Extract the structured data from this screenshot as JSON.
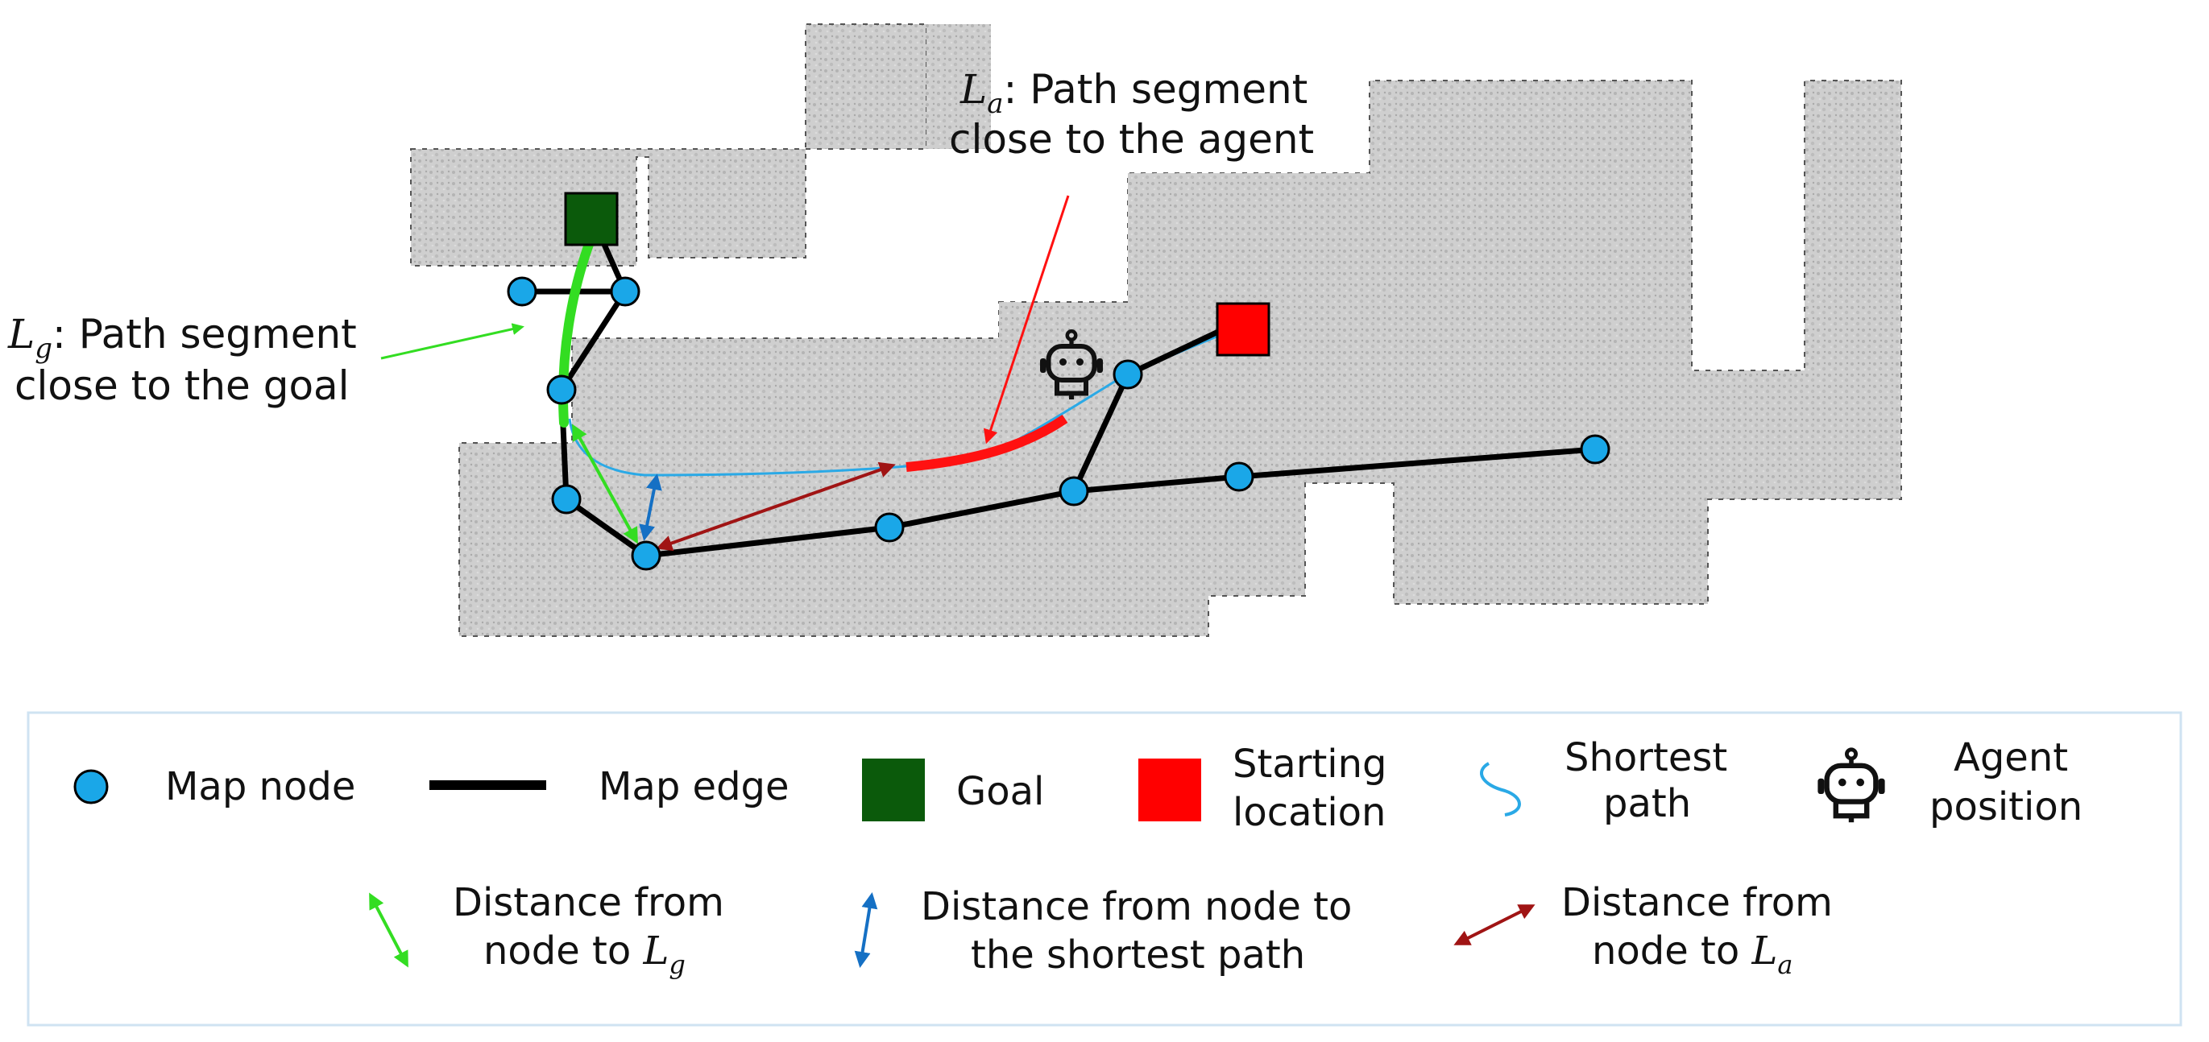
{
  "annotations": {
    "la_symbol": "L",
    "la_sub": "a",
    "la_line1_rest": ": Path segment",
    "la_line2": "close to the agent",
    "lg_symbol": "L",
    "lg_sub": "g",
    "lg_line1_rest": ": Path segment",
    "lg_line2": "close to the goal"
  },
  "legend": {
    "map_node": "Map node",
    "map_edge": "Map edge",
    "goal": "Goal",
    "starting_line1": "Starting",
    "starting_line2": "location",
    "shortest_line1": "Shortest",
    "shortest_line2": "path",
    "agent_line1": "Agent",
    "agent_line2": "position",
    "dist_lg_line1": "Distance from",
    "dist_lg_line2": "node to ",
    "dist_lg_sym": "L",
    "dist_lg_sub": "g",
    "dist_sp_line1": "Distance from node to",
    "dist_sp_line2": "the shortest path",
    "dist_la_line1": "Distance from",
    "dist_la_line2": "node to ",
    "dist_la_sym": "L",
    "dist_la_sub": "a"
  },
  "colors": {
    "node_fill": "#1aa7e8",
    "edge": "#000000",
    "goal": "#0b5a0b",
    "start": "#ff0000",
    "shortest_path": "#2aa9e6",
    "lg_segment": "#33dd22",
    "la_segment": "#ff1111",
    "dist_lg_arrow": "#33dd22",
    "dist_sp_arrow": "#1570c4",
    "dist_la_arrow": "#a01414",
    "floor": "#c9c9c9"
  }
}
